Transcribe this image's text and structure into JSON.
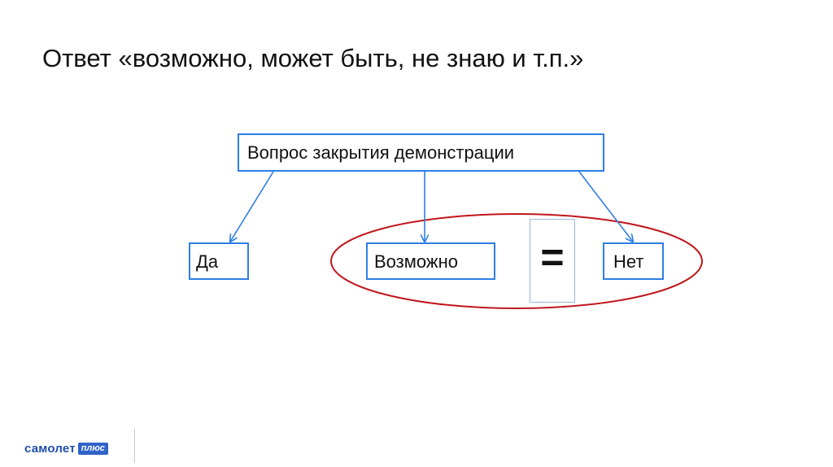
{
  "slide": {
    "title": "Ответ «возможно, может быть, не знаю и т.п.»"
  },
  "diagram": {
    "question": "Вопрос закрытия демонстрации",
    "answers": {
      "yes": "Да",
      "maybe": "Возможно",
      "no": "Нет"
    },
    "equals_symbol": "=",
    "colors": {
      "box_border": "#2e7ee6",
      "arrow": "#2e7ee6",
      "ellipse": "#c0161c"
    }
  },
  "brand": {
    "name": "самолет",
    "tag": "плюс"
  }
}
